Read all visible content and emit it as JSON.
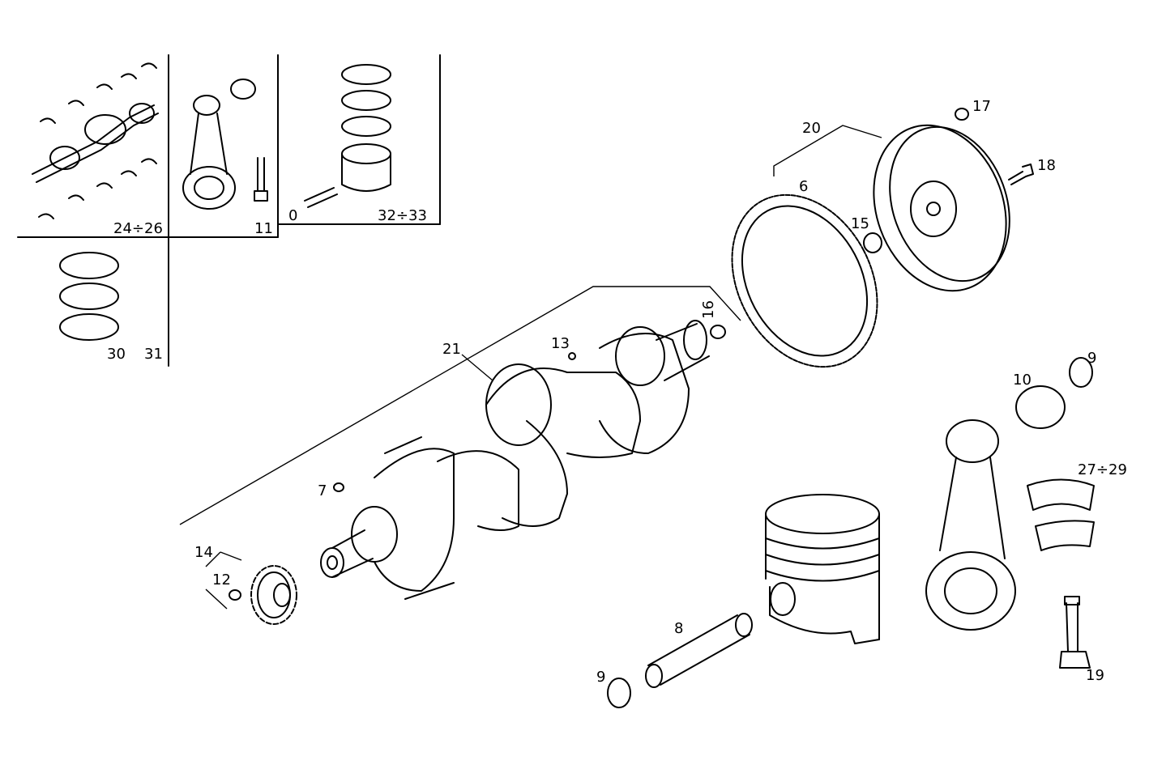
{
  "callouts": {
    "c24_26": "24÷26",
    "c11": "11",
    "c0": "0",
    "c32_33": "32÷33",
    "c30": "30",
    "c31": "31",
    "c21": "21",
    "c13": "13",
    "c16": "16",
    "c7": "7",
    "c14": "14",
    "c12": "12",
    "c20": "20",
    "c6": "6",
    "c15": "15",
    "c17": "17",
    "c18": "18",
    "c9a": "9",
    "c10": "10",
    "c27_29": "27÷29",
    "c8": "8",
    "c9b": "9",
    "c19": "19"
  }
}
